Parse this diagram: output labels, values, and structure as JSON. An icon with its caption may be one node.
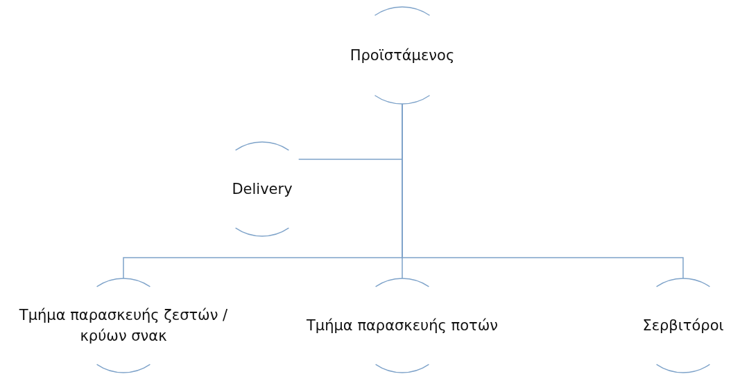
{
  "diagram": {
    "nodes": [
      {
        "text": [
          "Προϊστάμενος"
        ]
      },
      {
        "text": [
          "Delivery"
        ]
      },
      {
        "text": [
          "Τμήμα παρασκευής ζεστών / κρύων σνακ"
        ]
      },
      {
        "text": [
          "Τμήμα παρασκευής ποτών"
        ]
      },
      {
        "text": [
          "Σερβιτόροι"
        ]
      }
    ],
    "edges": [
      {
        "from": 0,
        "to": 1,
        "arrow": "none"
      },
      {
        "from": 0,
        "to": 2,
        "arrow": "none"
      },
      {
        "from": 0,
        "to": 3,
        "arrow": "none"
      },
      {
        "from": 0,
        "to": 4,
        "arrow": "none"
      }
    ]
  }
}
